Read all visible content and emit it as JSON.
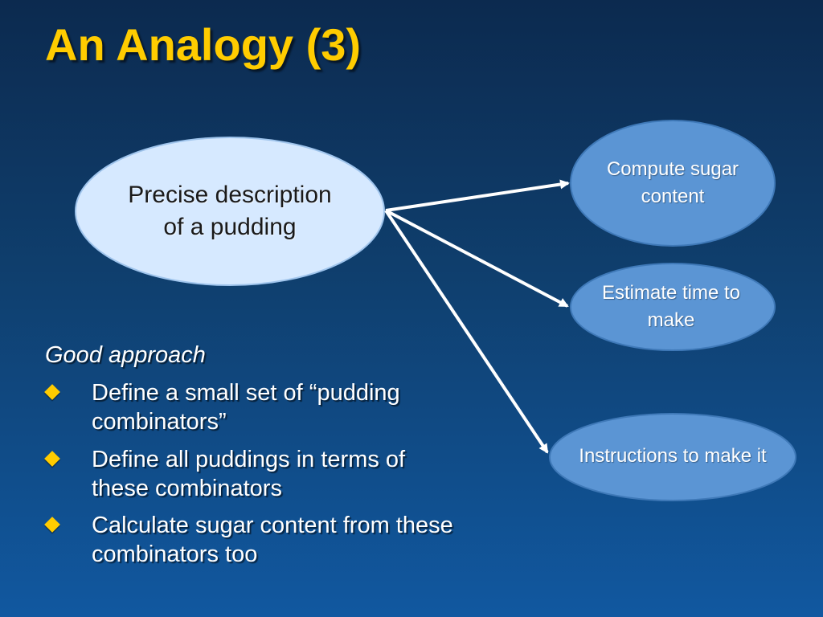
{
  "slide": {
    "title": "An Analogy (3)"
  },
  "diagram": {
    "source": {
      "label": "Precise description of a pudding"
    },
    "targets": [
      {
        "label": "Compute sugar content"
      },
      {
        "label": "Estimate time to make"
      },
      {
        "label": "Instructions to make it"
      }
    ]
  },
  "approach": {
    "heading": "Good approach",
    "bullets": [
      {
        "text": "Define a small set of “pudding combinators”"
      },
      {
        "text": "Define all puddings in terms of these combinators"
      },
      {
        "text": "Calculate sugar content from these combinators too"
      }
    ]
  },
  "colors": {
    "title": "#ffcc00",
    "bullet": "#ffcc00",
    "source_bubble": "#d6e9ff",
    "target_bubble": "#5b95d4",
    "arrow": "#ffffff"
  }
}
